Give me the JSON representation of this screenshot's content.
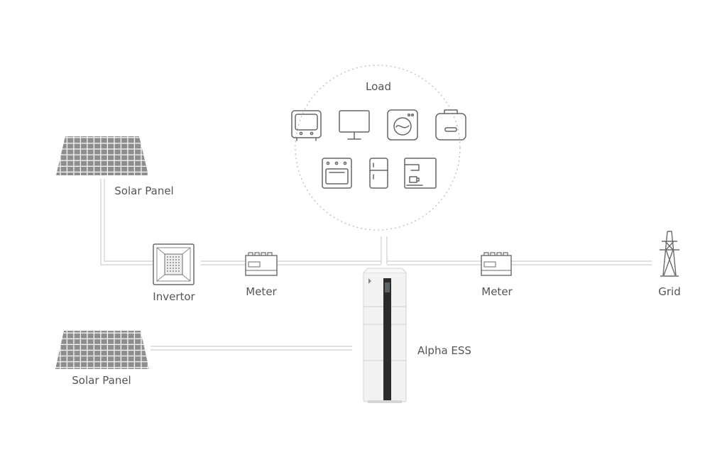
{
  "labels": {
    "load": "Load",
    "solar_panel_top": "Solar Panel",
    "solar_panel_bottom": "Solar Panel",
    "invertor": "Invertor",
    "meter_left": "Meter",
    "meter_right": "Meter",
    "grid": "Grid",
    "alpha_ess": "Alpha ESS"
  },
  "load_icons": [
    "tv-icon",
    "monitor-icon",
    "washing-machine-icon",
    "microwave-icon",
    "oven-icon",
    "fridge-icon",
    "coffee-machine-icon"
  ],
  "colors": {
    "line": "#cfcfcf",
    "icon_stroke": "#666666",
    "panel_fill": "#8e8e8e",
    "text": "#555555",
    "dashed_circle": "#bdbdbd",
    "ess_body": "#f2f2f2"
  }
}
